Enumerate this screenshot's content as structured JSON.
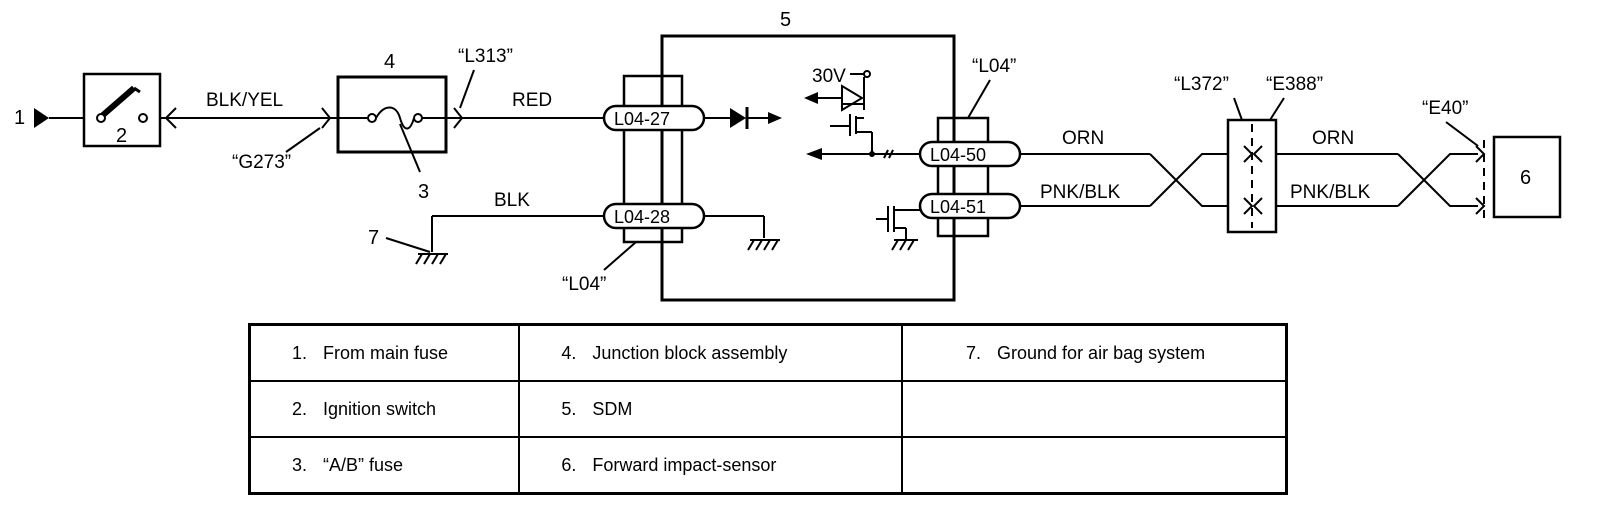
{
  "components": {
    "from_main_fuse_num": "1",
    "ignition_switch_num": "2",
    "fuse_num": "3",
    "junction_block_num": "4",
    "sdm_num": "5",
    "sensor_num": "6",
    "ground_num": "7"
  },
  "connectors": {
    "g273": "“G273”",
    "l313": "“L313”",
    "l04_left": "“L04”",
    "l04_right": "“L04”",
    "l372": "“L372”",
    "e388": "“E388”",
    "e40": "“E40”"
  },
  "pins": {
    "p27": "L04-27",
    "p28": "L04-28",
    "p50": "L04-50",
    "p51": "L04-51"
  },
  "wires": {
    "blk_yel": "BLK/YEL",
    "red": "RED",
    "blk": "BLK",
    "orn_1": "ORN",
    "pnk_blk_1": "PNK/BLK",
    "orn_2": "ORN",
    "pnk_blk_2": "PNK/BLK"
  },
  "voltage": "30V",
  "legend": {
    "rows": [
      [
        {
          "num": "1.",
          "text": "From main fuse"
        },
        {
          "num": "4.",
          "text": "Junction block assembly"
        },
        {
          "num": "7.",
          "text": "Ground for air bag system"
        }
      ],
      [
        {
          "num": "2.",
          "text": "Ignition switch"
        },
        {
          "num": "5.",
          "text": "SDM"
        },
        {
          "num": "",
          "text": ""
        }
      ],
      [
        {
          "num": "3.",
          "text": "“A/B” fuse"
        },
        {
          "num": "6.",
          "text": "Forward impact-sensor"
        },
        {
          "num": "",
          "text": ""
        }
      ]
    ]
  }
}
